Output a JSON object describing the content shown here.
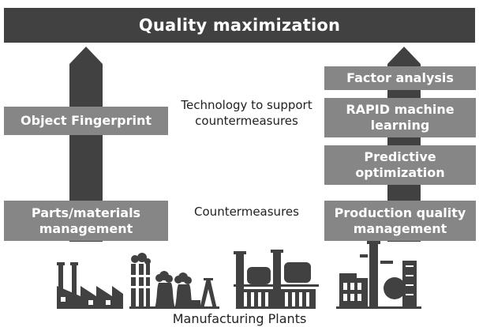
{
  "banner": {
    "label": "Quality maximization"
  },
  "left_column": {
    "upper": "Object Fingerprint",
    "lower_line1": "Parts/materials",
    "lower_line2": "management"
  },
  "center": {
    "support_line1": "Technology to support",
    "support_line2": "countermeasures",
    "countermeasures": "Countermeasures"
  },
  "right_column": {
    "factor": "Factor analysis",
    "rapid_line1": "RAPID machine",
    "rapid_line2": "learning",
    "predictive_line1": "Predictive",
    "predictive_line2": "optimization",
    "production_line1": "Production quality",
    "production_line2": "management"
  },
  "footer": {
    "caption": "Manufacturing Plants"
  },
  "colors": {
    "dark": "#414141",
    "box": "#868686",
    "text": "#222222"
  },
  "icons": [
    "factory-icon",
    "power-plant-icon",
    "refinery-icon",
    "chemical-plant-icon"
  ]
}
